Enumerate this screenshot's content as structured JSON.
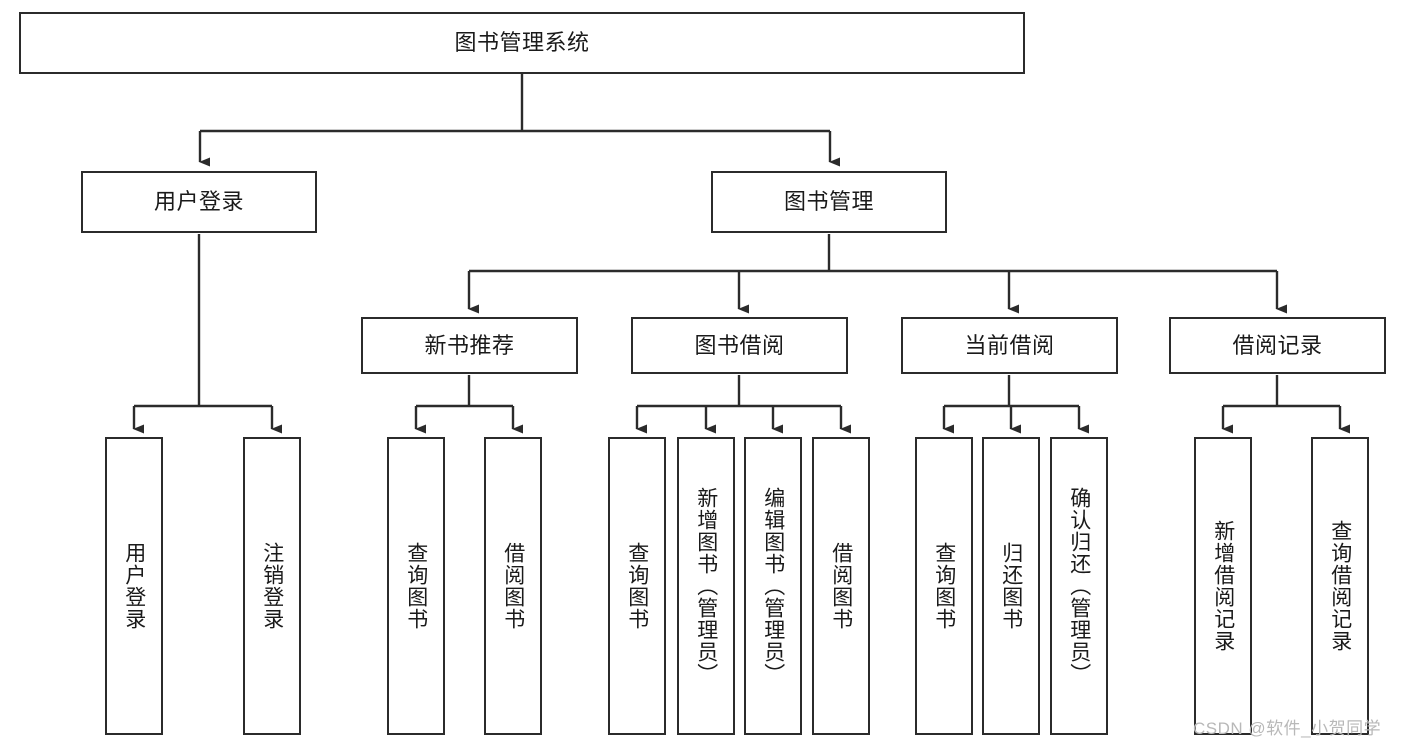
{
  "diagram": {
    "title": "图书管理系统",
    "type": "tree-hierarchy-diagram",
    "root": {
      "label": "图书管理系统"
    },
    "level2": [
      {
        "label": "用户登录"
      },
      {
        "label": "图书管理"
      }
    ],
    "level3": [
      {
        "label": "新书推荐"
      },
      {
        "label": "图书借阅"
      },
      {
        "label": "当前借阅"
      },
      {
        "label": "借阅记录"
      }
    ],
    "leaves": {
      "user_login": [
        {
          "label": "用户登录"
        },
        {
          "label": "注销登录"
        }
      ],
      "new_book_recommend": [
        {
          "label": "查询图书"
        },
        {
          "label": "借阅图书"
        }
      ],
      "book_borrow": [
        {
          "label": "查询图书"
        },
        {
          "label": "新增图书（管理员）"
        },
        {
          "label": "编辑图书（管理员）"
        },
        {
          "label": "借阅图书"
        }
      ],
      "current_borrow": [
        {
          "label": "查询图书"
        },
        {
          "label": "归还图书"
        },
        {
          "label": "确认归还（管理员）"
        }
      ],
      "borrow_record": [
        {
          "label": "新增借阅记录"
        },
        {
          "label": "查询借阅记录"
        }
      ]
    },
    "watermark": "CSDN @软件_小贺同学",
    "colors": {
      "border": "#2b2b2b",
      "background": "#ffffff",
      "text": "#1a1a1a",
      "watermark": "#b8b8b8"
    }
  }
}
